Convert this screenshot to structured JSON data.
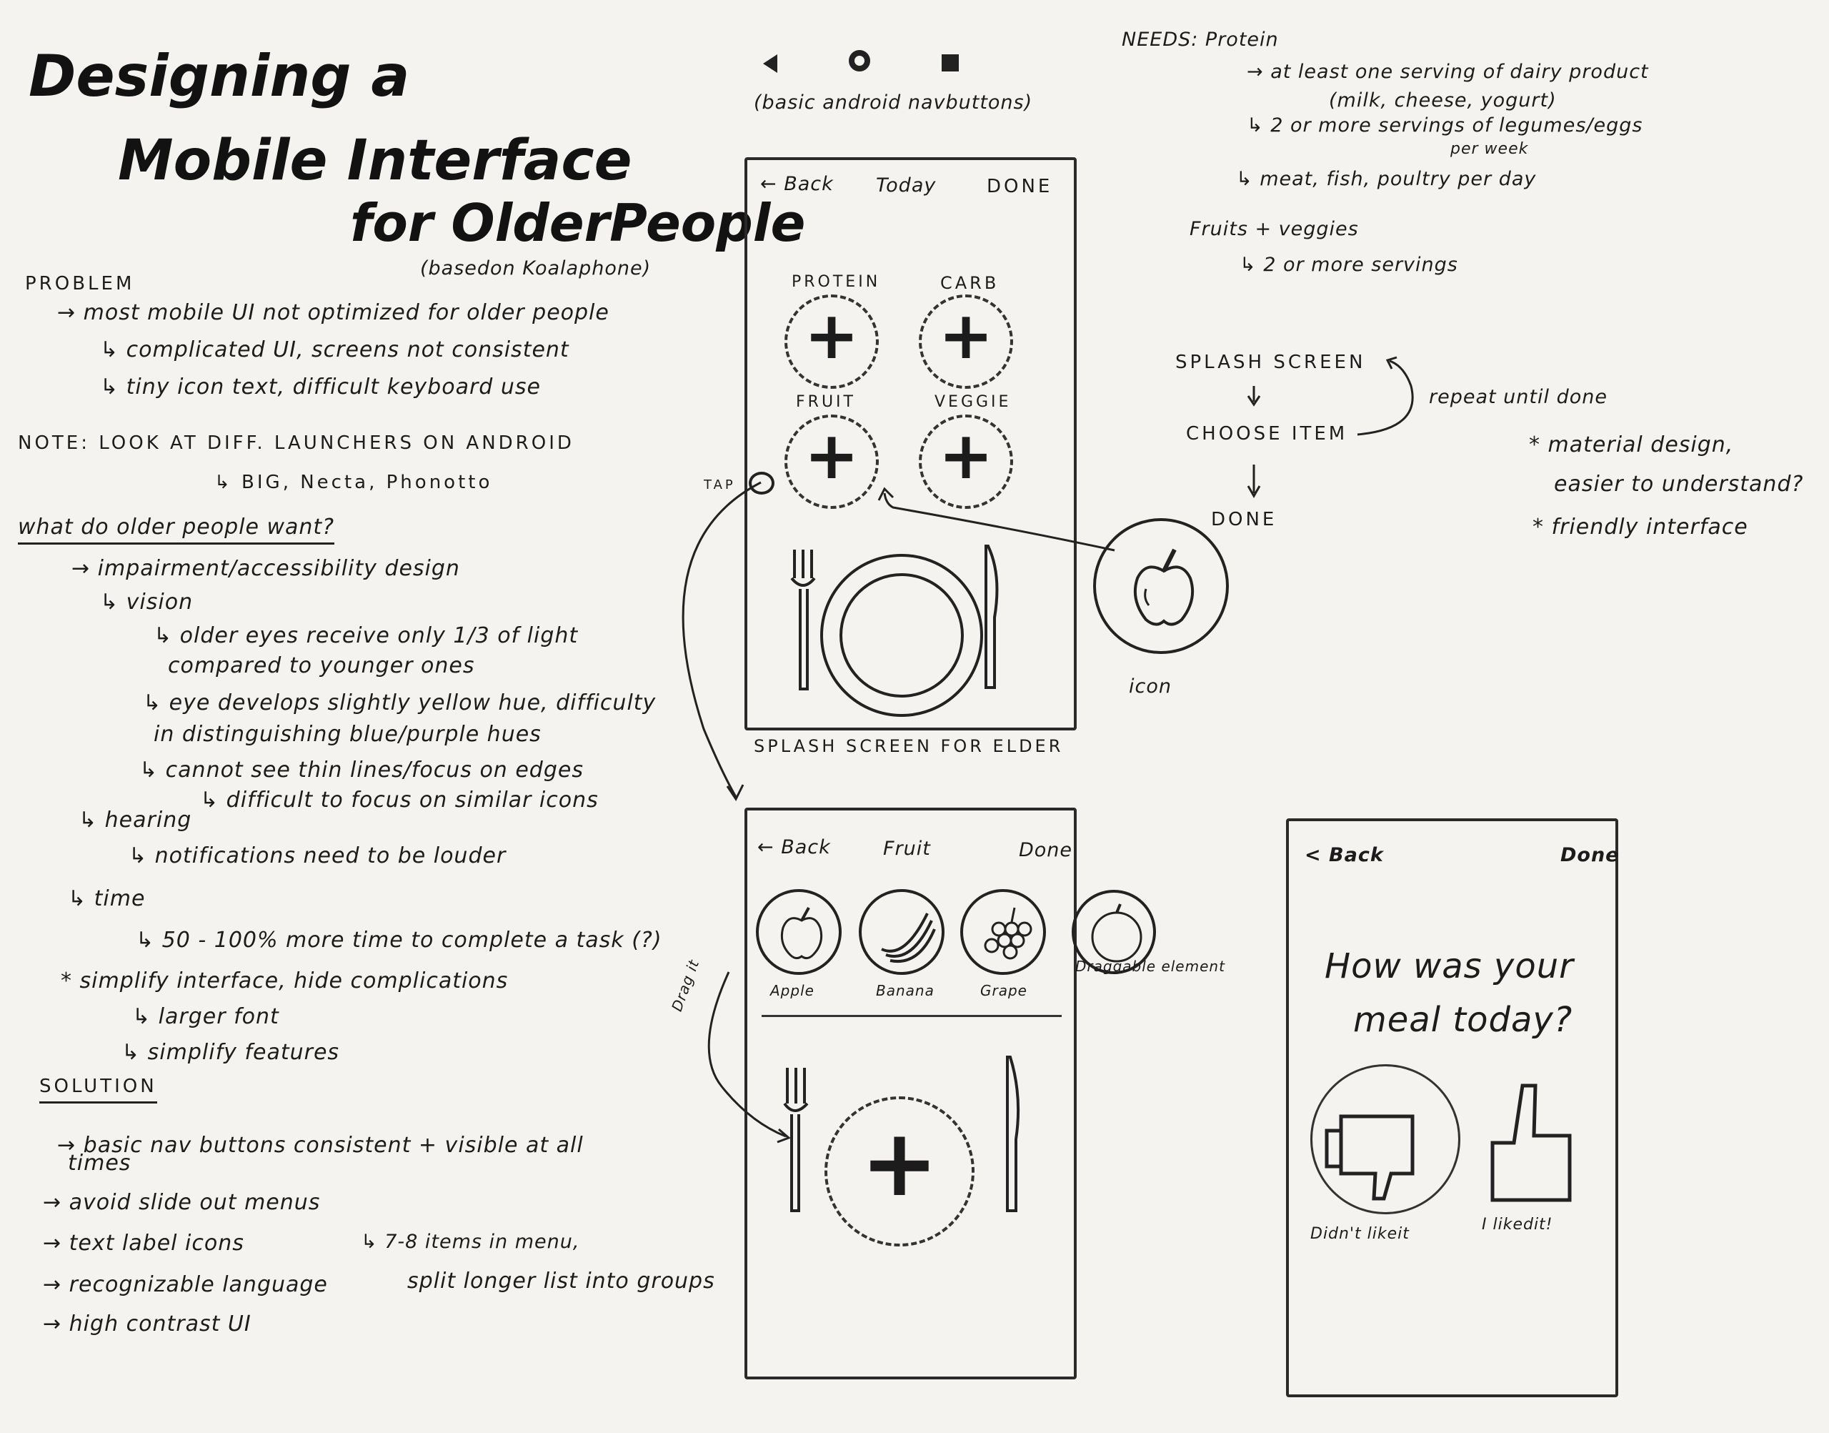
{
  "title": {
    "line1": "Designing a",
    "line2": "Mobile Interface",
    "line3": "for OlderPeople",
    "based_on": "(basedon Koalaphone)"
  },
  "left_notes": {
    "problem_heading": "PROBLEM",
    "problem_lines": [
      "→ most mobile UI not optimized for older people",
      "↳ complicated UI, screens not consistent",
      "↳ tiny icon text, difficult keyboard use"
    ],
    "note_line1": "NOTE: LOOK AT DIFF. LAUNCHERS ON ANDROID",
    "note_line2": "↳ BIG, Necta, Phonotto",
    "want_heading": "what do older people want?",
    "want_lines": [
      "→ impairment/accessibility design",
      "↳ vision",
      "↳ older eyes receive only 1/3 of light",
      "compared to younger ones",
      "↳ eye develops slightly yellow hue, difficulty",
      "in distinguishing blue/purple hues",
      "↳ cannot see thin lines/focus on edges",
      "↳ difficult to focus on similar icons",
      "↳ hearing",
      "↳ notifications need to be louder",
      "↳ time",
      "↳ 50 - 100% more time to complete a task (?)",
      "* simplify interface, hide complications",
      "↳ larger font",
      "↳ simplify features"
    ],
    "solution_heading": "SOLUTION",
    "solution_lines": [
      "→ basic nav buttons consistent + visible at all",
      "times",
      "→ avoid slide out menus",
      "→ text label icons",
      "→ recognizable language",
      "→ high contrast UI"
    ],
    "menu_note_line1": "↳ 7-8 items in menu,",
    "menu_note_line2": "split longer list into groups"
  },
  "nav_buttons_caption": "(basic android navbuttons)",
  "screen1": {
    "back": "← Back",
    "title": "Today",
    "done": "DONE",
    "categories": [
      "PROTEIN",
      "CARB",
      "FRUIT",
      "VEGGIE"
    ],
    "plus": "+",
    "caption": "SPLASH SCREEN FOR ELDER",
    "tap_label": "TAP",
    "icon_label": "icon"
  },
  "screen2": {
    "back": "← Back",
    "title": "Fruit",
    "done": "Done",
    "fruits": [
      "Apple",
      "Banana",
      "Grape"
    ],
    "draggable_label": "Draggable element",
    "drag_label": "Drag it",
    "plus": "+"
  },
  "screen3": {
    "back": "< Back",
    "done": "Done",
    "question_line1": "How was your",
    "question_line2": "meal today?",
    "dislike": "Didn't likeit",
    "like": "I likedit!"
  },
  "right_notes": {
    "needs_heading": "NEEDS: Protein",
    "needs_lines": [
      "→ at least one serving of dairy product",
      "(milk, cheese, yogurt)",
      "↳ 2 or more servings of legumes/eggs",
      "per week",
      "↳ meat, fish, poultry per day"
    ],
    "fruits_heading": "Fruits + veggies",
    "fruits_line": "↳ 2 or more servings",
    "flow": [
      "SPLASH SCREEN",
      "CHOOSE ITEM",
      "DONE"
    ],
    "repeat_label": "repeat until done",
    "bullets": [
      "* material design,",
      "easier to understand?",
      "* friendly interface"
    ]
  }
}
